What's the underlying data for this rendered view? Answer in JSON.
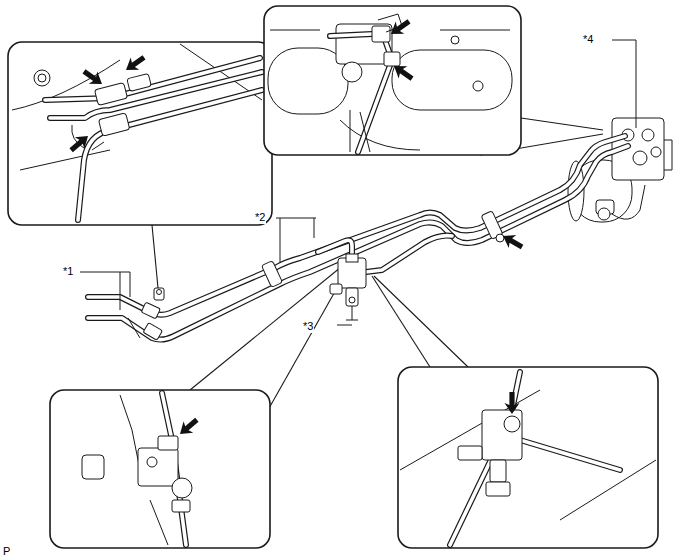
{
  "diagram": {
    "labels": [
      "*1",
      "*2",
      "*3",
      "*4",
      "P"
    ]
  }
}
